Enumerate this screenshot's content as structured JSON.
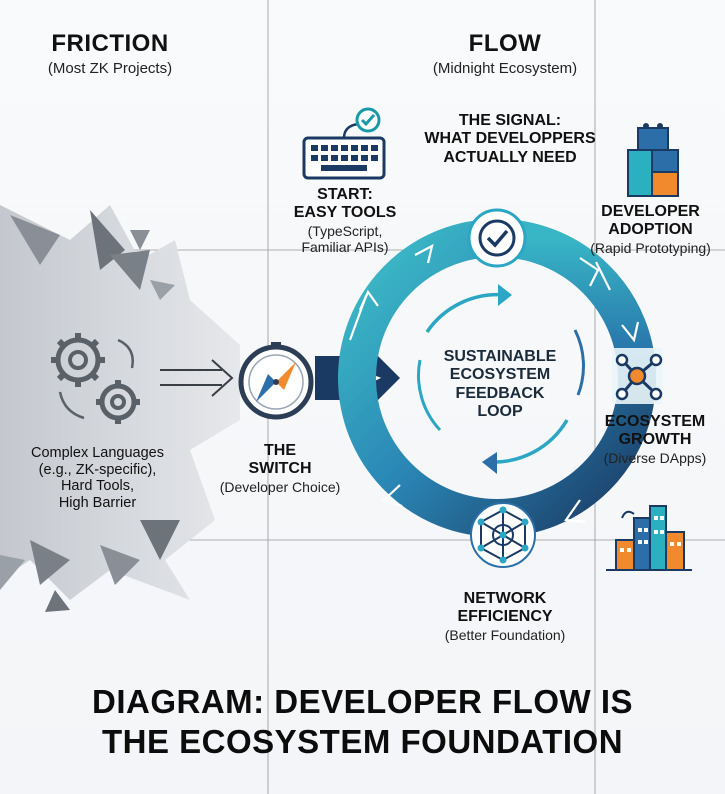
{
  "left": {
    "title": "FRICTION",
    "subtitle": "(Most ZK Projects)",
    "description": [
      "Complex Languages",
      "(e.g., ZK-specific),",
      "Hard Tools,",
      "High Barrier"
    ]
  },
  "right": {
    "title": "FLOW",
    "subtitle": "(Midnight Ecosystem)"
  },
  "switch": {
    "title": "THE",
    "title2": "SWITCH",
    "sub": "(Developer Choice)"
  },
  "start": {
    "title": "START:",
    "title2": "EASY TOOLS",
    "sub": "(TypeScript,",
    "sub2": "Familiar APIs)"
  },
  "signal": {
    "line1": "THE SIGNAL:",
    "line2": "WHAT DEVELOPPERS",
    "line3": "ACTUALLY NEED"
  },
  "adoption": {
    "line1": "DEVELOPER",
    "line2": "ADOPTION",
    "sub": "(Rapid Prototyping)"
  },
  "growth": {
    "line1": "ECOSYSTEM",
    "line2": "GROWTH",
    "sub": "(Diverse DApps)"
  },
  "network": {
    "line1": "NETWORK",
    "line2": "EFFICIENCY",
    "sub": "(Better Foundation)"
  },
  "center": {
    "line1": "SUSTAINABLE",
    "line2": "ECOSYSTEM",
    "line3": "FEEDBACK",
    "line4": "LOOP"
  },
  "footer": {
    "line1": "DIAGRAM: DEVELOPER FLOW IS",
    "line2": "THE ECOSYSTEM FOUNDATION"
  },
  "colors": {
    "teal": "#2bb0c0",
    "navy": "#1a3a63",
    "blue": "#2c6fa8",
    "orange": "#f08a2c",
    "gray": "#9aa0a8"
  },
  "icons": [
    "keyboard-icon",
    "check-icon",
    "blocks-icon",
    "network-node-icon",
    "city-icon",
    "mesh-icon",
    "gears-icon",
    "compass-icon"
  ]
}
